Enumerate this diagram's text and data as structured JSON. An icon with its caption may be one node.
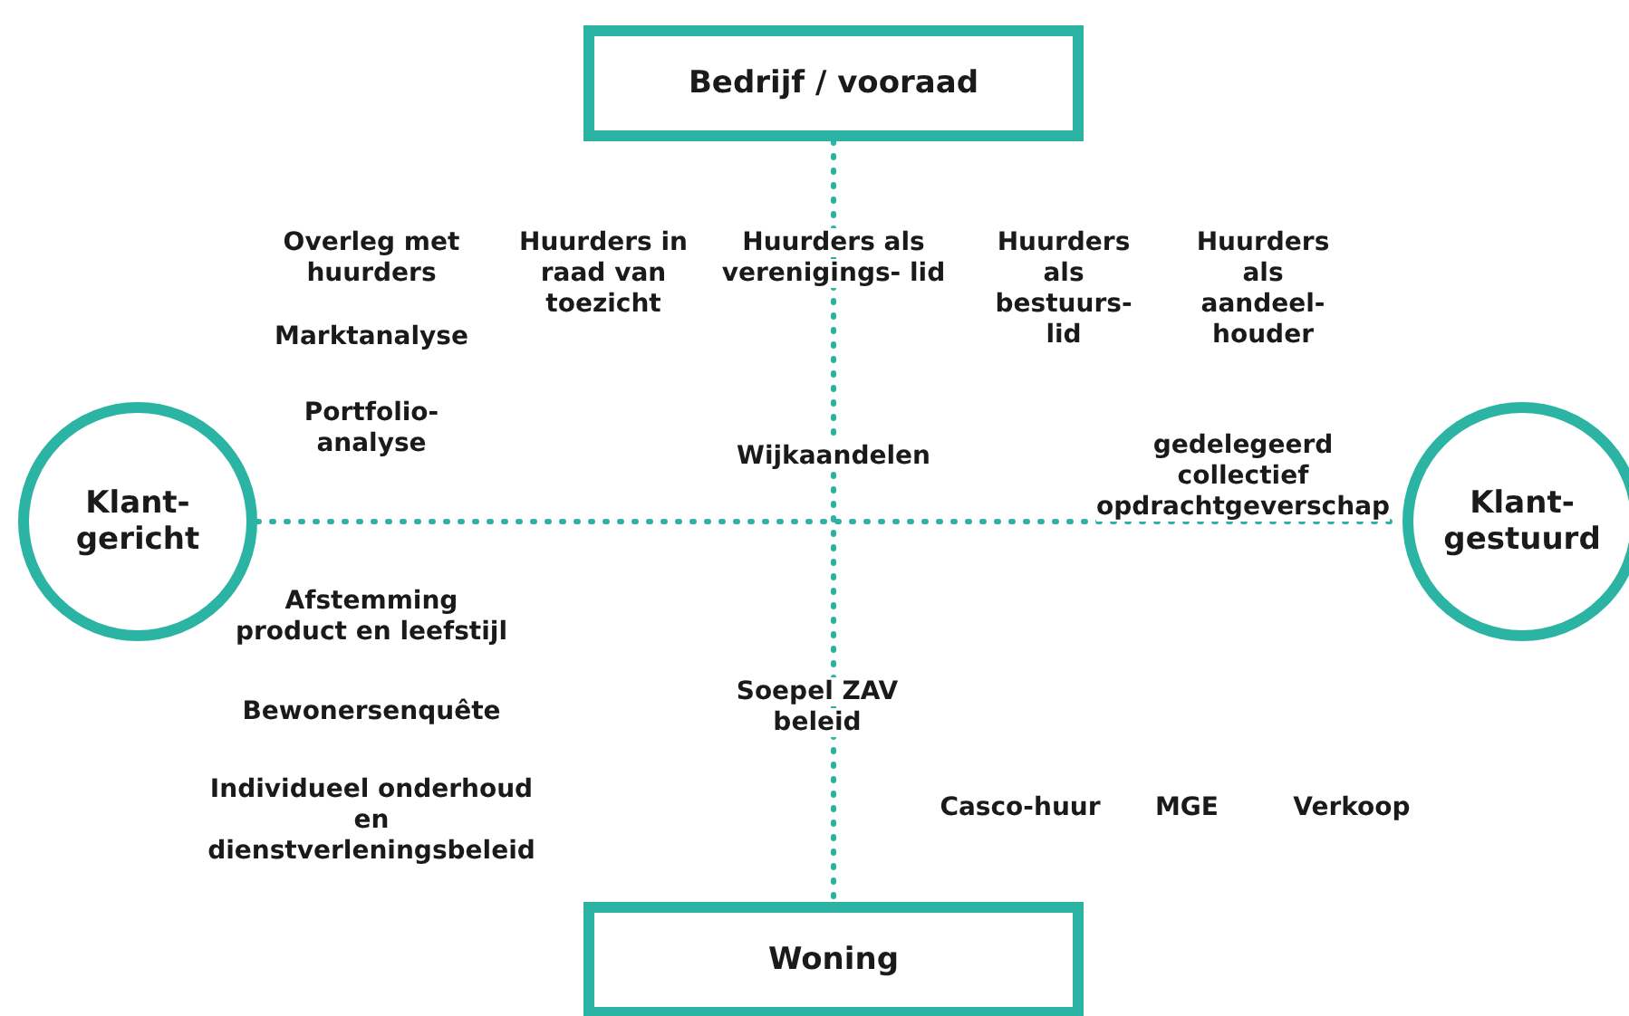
{
  "diagram": {
    "nodes": [
      {
        "text": [
          "Bedrijf / vooraad"
        ]
      },
      {
        "text": [
          "Woning"
        ]
      },
      {
        "text": [
          "Klant- gericht"
        ]
      },
      {
        "text": [
          "Klant- gestuurd"
        ]
      }
    ],
    "edges": [
      {
        "from": 0,
        "to": 1,
        "arrow": "none",
        "style": "dashed"
      },
      {
        "from": 2,
        "to": 3,
        "arrow": "none",
        "style": "dashed"
      }
    ],
    "labels": [
      "Overleg met huurders",
      "Huurders in raad van toezicht",
      "Huurders als verenigings- lid",
      "Huurders als bestuurs- lid",
      "Huurders als aandeel- houder",
      "Marktanalyse",
      "Portfolio- analyse",
      "Wijkaandelen",
      "gedelegeerd collectief opdrachtgeverschap",
      "Afstemming product en leefstijl",
      "Bewonersenquête",
      "Individueel onderhoud en dienstverleningsbeleid",
      "Soepel ZAV beleid",
      "Casco-huur",
      "MGE",
      "Verkoop"
    ]
  }
}
